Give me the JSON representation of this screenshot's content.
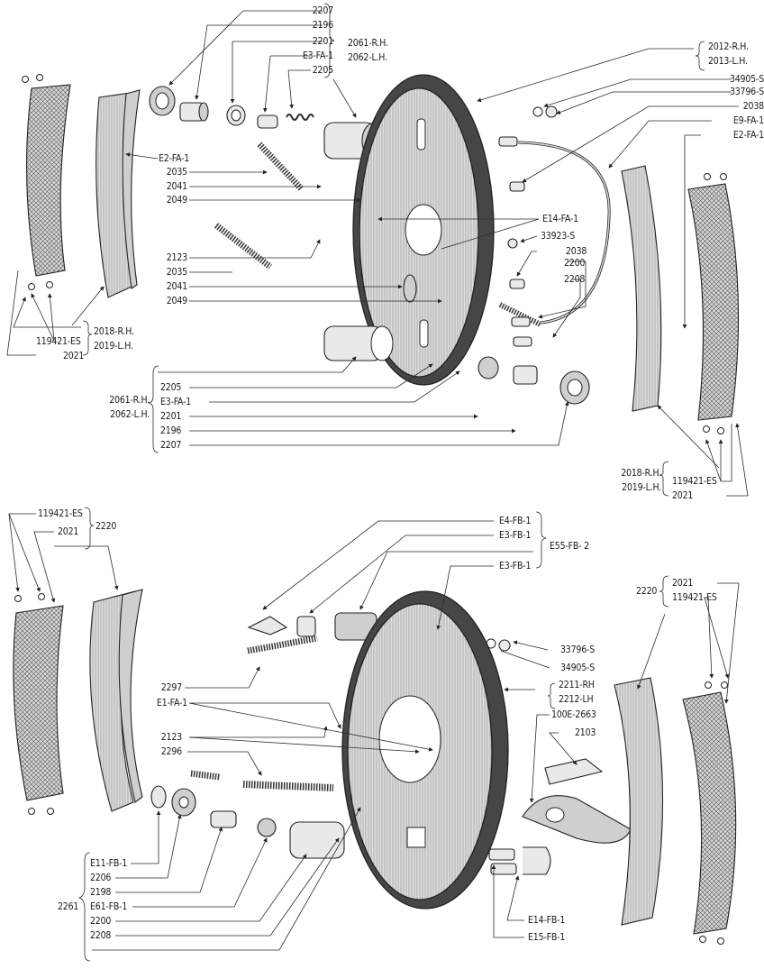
{
  "diagram": {
    "title": "Brake assembly exploded view",
    "upper": {
      "top_group": {
        "items": [
          "2207",
          "2196",
          "2201",
          "E3-FA-1",
          "2205"
        ],
        "assembly": [
          "2061-R.H.",
          "2062-L.H."
        ]
      },
      "right_group": {
        "plate": [
          "2012-R.H.",
          "2013-L.H."
        ],
        "items": [
          "34905-S",
          "33796-S",
          "2038",
          "E9-FA-1",
          "E2-FA-1"
        ]
      },
      "left_items": [
        "E2-FA-1",
        "2035",
        "2041",
        "2049",
        "2123",
        "2035",
        "2041",
        "2049"
      ],
      "center_right_items": [
        "E14-FA-1",
        "33923-S",
        "2038",
        "2200",
        "2208"
      ],
      "left_bottom": {
        "items": [
          "119421-ES",
          "2021"
        ],
        "assembly": [
          "2018-R.H.",
          "2019-L.H."
        ]
      },
      "lower_group": {
        "items": [
          "2205",
          "E3-FA-1",
          "2201",
          "2196",
          "2207"
        ],
        "assembly": [
          "2061-R.H.",
          "2062-L.H."
        ]
      },
      "right_bottom": {
        "assembly": [
          "2018-R.H.",
          "2019-L.H."
        ],
        "items": [
          "119421-ES",
          "2021"
        ]
      }
    },
    "lower": {
      "left_top": {
        "items": [
          "119421-ES",
          "2021"
        ],
        "assembly": "2220"
      },
      "top_group": {
        "items": [
          "E4-FB-1",
          "E3-FB-1",
          "E3-FB-1"
        ],
        "assembly": "E55-FB- 2"
      },
      "right_top": {
        "assembly": "2220",
        "items": [
          "2021",
          "119421-ES"
        ]
      },
      "nuts": [
        "33796-S",
        "34905-S"
      ],
      "plate": [
        "2211-RH",
        "2212-LH"
      ],
      "adjuster": [
        "100E-2663",
        "2103"
      ],
      "left_items": [
        "2297",
        "E1-FA-1",
        "2123",
        "2296"
      ],
      "bottom_group": {
        "assembly": "2261",
        "items": [
          "E11-FB-1",
          "2206",
          "2198",
          "E61-FB-1",
          "2200",
          "2208"
        ]
      },
      "bottom_right": [
        "E14-FB-1",
        "E15-FB-1"
      ]
    }
  }
}
